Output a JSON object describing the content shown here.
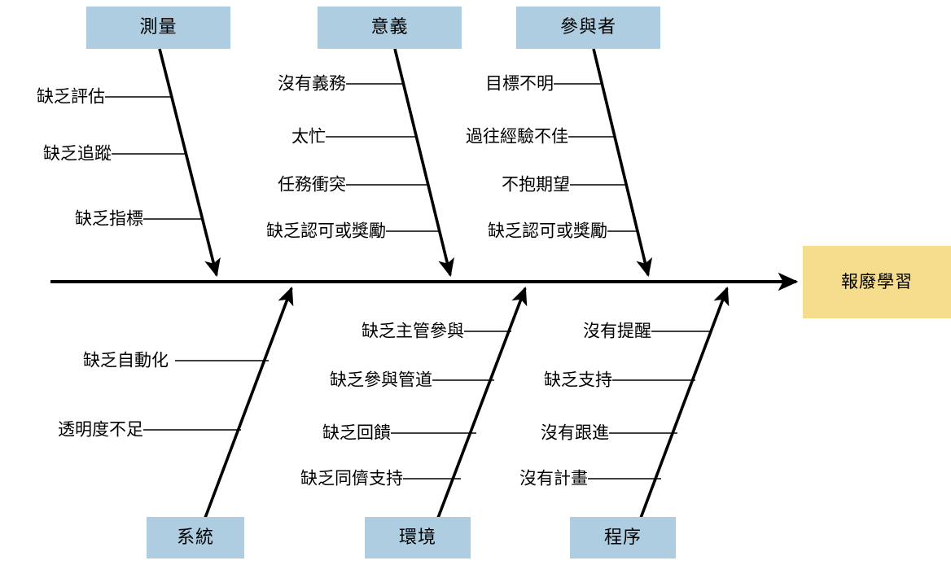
{
  "diagram": {
    "type": "fishbone-ishikawa",
    "effect": {
      "label": "報廢學習",
      "box_color": "#f6dd8e"
    },
    "category_box_color": "#aecde0",
    "spine_color": "#000000",
    "categories": [
      {
        "key": "measurement",
        "label": "測量",
        "side": "top",
        "causes": [
          "缺乏評估",
          "缺乏追蹤",
          "缺乏指標"
        ]
      },
      {
        "key": "meaning",
        "label": "意義",
        "side": "top",
        "causes": [
          "沒有義務",
          "太忙",
          "任務衝突",
          "缺乏認可或獎勵"
        ]
      },
      {
        "key": "participants",
        "label": "參與者",
        "side": "top",
        "causes": [
          "目標不明",
          "過往經驗不佳",
          "不抱期望",
          "缺乏認可或獎勵"
        ]
      },
      {
        "key": "system",
        "label": "系統",
        "side": "bottom",
        "causes": [
          "缺乏自動化",
          "透明度不足"
        ]
      },
      {
        "key": "environment",
        "label": "環境",
        "side": "bottom",
        "causes": [
          "缺乏主管參與",
          "缺乏參與管道",
          "缺乏回饋",
          "缺乏同儕支持"
        ]
      },
      {
        "key": "process",
        "label": "程序",
        "side": "bottom",
        "causes": [
          "沒有提醒",
          "缺乏支持",
          "沒有跟進",
          "沒有計畫"
        ]
      }
    ]
  }
}
